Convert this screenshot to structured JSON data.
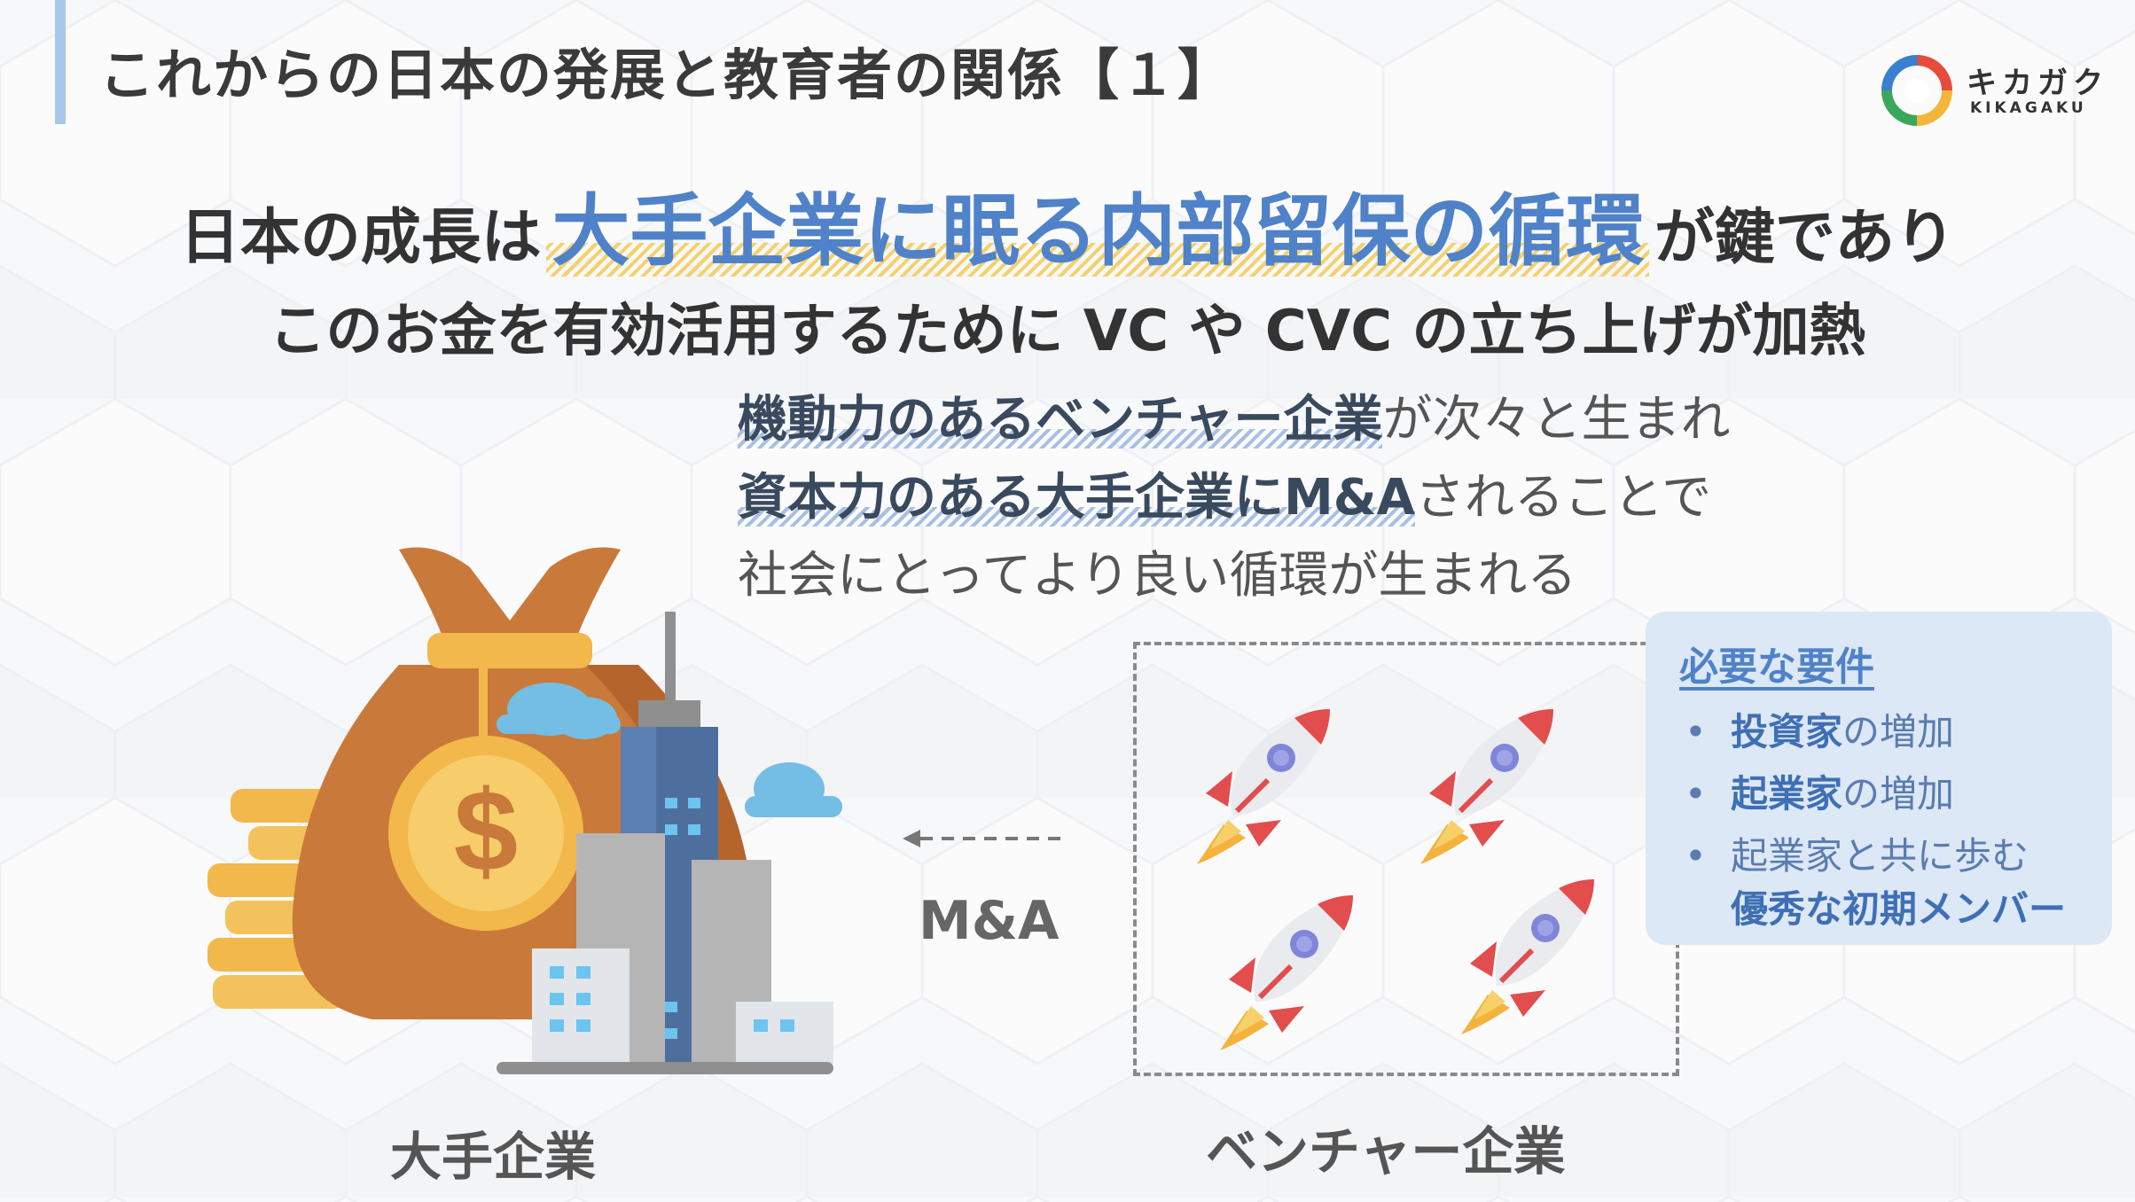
{
  "header": {
    "title": "これからの日本の発展と教育者の関係【１】"
  },
  "logo": {
    "name": "キカガク",
    "sub": "KIKAGAKU"
  },
  "headline": {
    "line1_prefix": "日本の成長は",
    "line1_highlight": "大手企業に眠る内部留保の循環",
    "line1_suffix": "が鍵であり",
    "line2": "このお金を有効活用するために VC や CVC の立ち上げが加熱"
  },
  "body": {
    "line1_highlight": "機動力のあるベンチャー企業",
    "line1_rest": "が次々と生まれ",
    "line2_highlight": "資本力のある大手企業にM&A",
    "line2_rest": "されることで",
    "line3": "社会にとってより良い循環が生まれる"
  },
  "diagram": {
    "big_company_label": "大手企業",
    "venture_label": "ベンチャー企業",
    "ma_label": "M&A"
  },
  "requirements": {
    "title": "必要な要件",
    "items": [
      {
        "bullet": "•",
        "bold": "投資家",
        "rest": "の増加",
        "line2": ""
      },
      {
        "bullet": "•",
        "bold": "起業家",
        "rest": "の増加",
        "line2": ""
      },
      {
        "bullet": "•",
        "bold": "",
        "rest": "起業家と共に歩む",
        "line2": "優秀な初期メンバー"
      }
    ]
  },
  "colors": {
    "accent_blue": "#4f82c8",
    "highlight_yellow": "#f4d16c",
    "title_bar": "#a9c7e8",
    "requirements_bg": "#dde8f6"
  },
  "icons": [
    "money-bag-icon",
    "buildings-icon",
    "cloud-icon",
    "rocket-icon",
    "arrow-left-icon",
    "kikagaku-logo-icon"
  ]
}
